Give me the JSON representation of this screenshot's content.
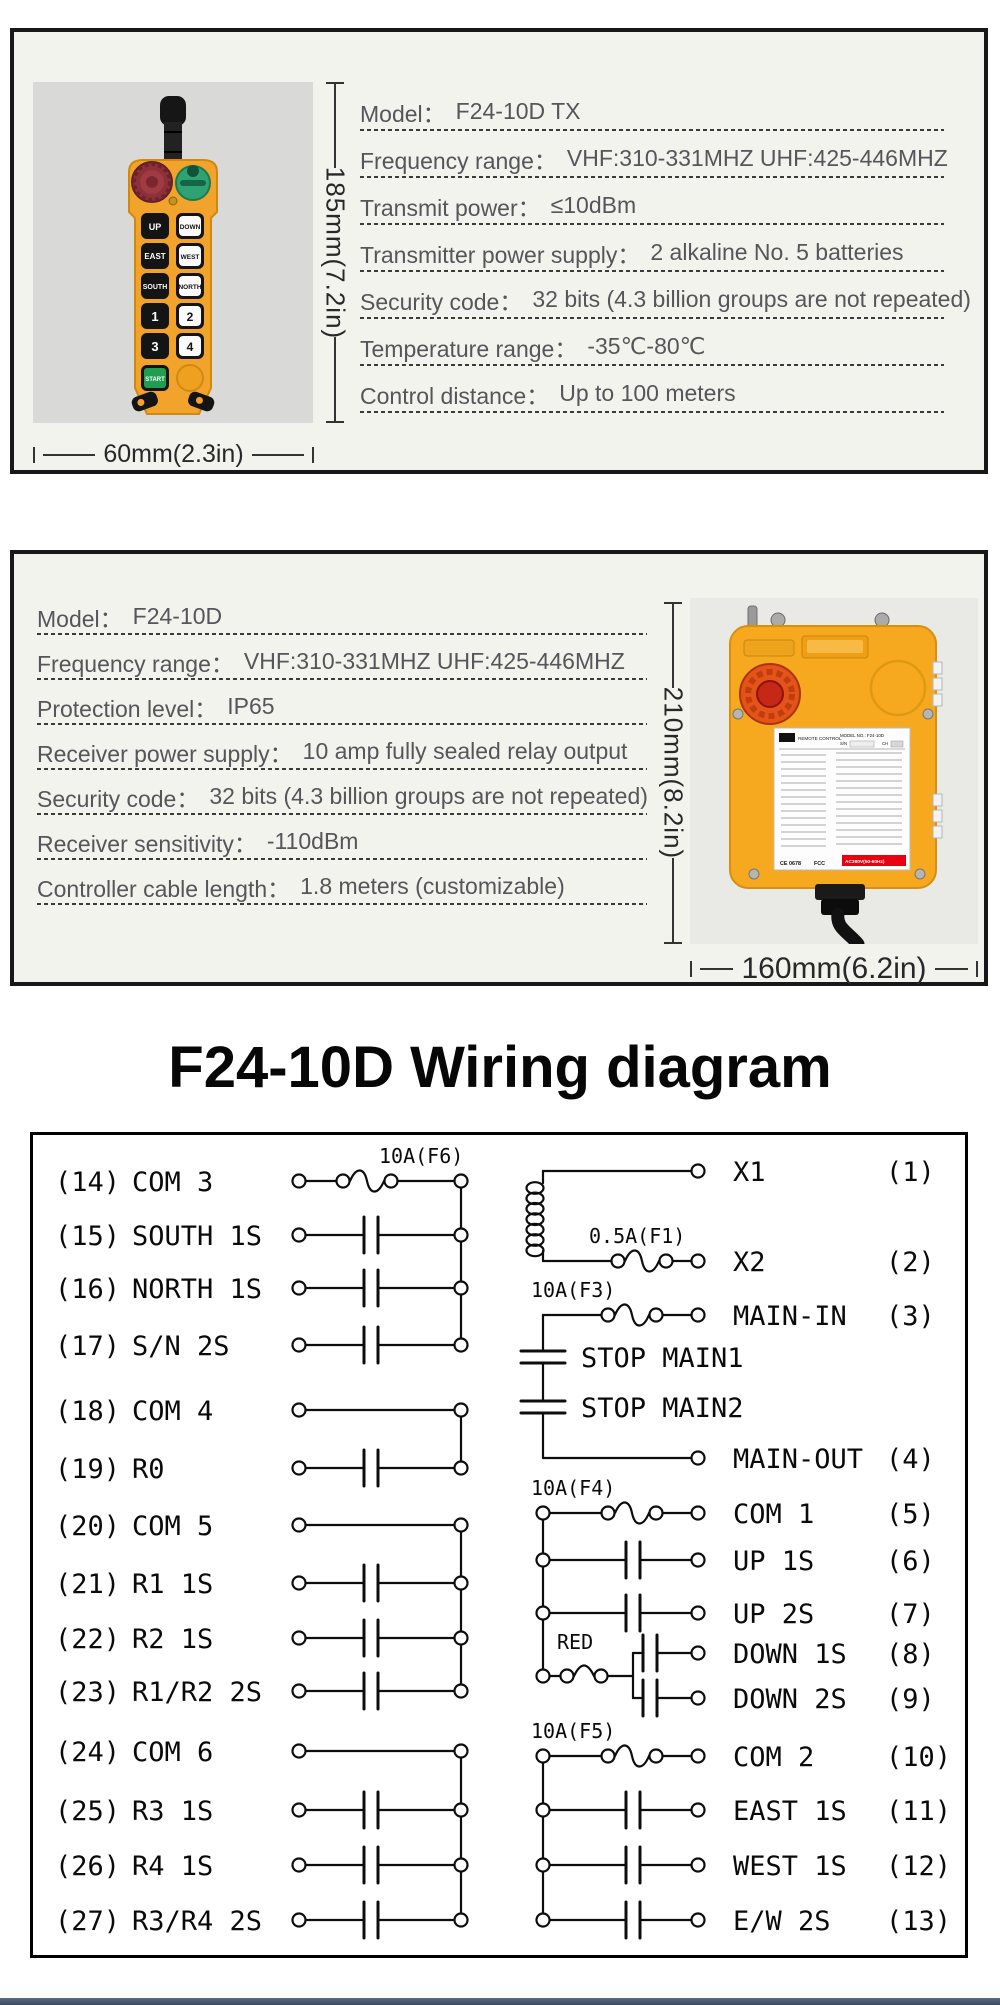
{
  "transmitter": {
    "height_dim": "185mm(7.2in)",
    "width_dim": "60mm(2.3in)",
    "photo_buttons": {
      "up": "UP",
      "down": "DOWN",
      "east": "EAST",
      "west": "WEST",
      "south": "SOUTH",
      "north": "NORTH",
      "b1": "1",
      "b2": "2",
      "b3": "3",
      "b4": "4",
      "start": "START"
    },
    "specs": [
      {
        "label": "Model：",
        "value": "F24-10D TX"
      },
      {
        "label": "Frequency range：",
        "value": "VHF:310-331MHZ UHF:425-446MHZ"
      },
      {
        "label": "Transmit power：",
        "value": "≤10dBm"
      },
      {
        "label": "Transmitter power supply：",
        "value": "2 alkaline No. 5 batteries"
      },
      {
        "label": "Security code：",
        "value": "32 bits (4.3 billion groups are not repeated)"
      },
      {
        "label": "Temperature range：",
        "value": "-35℃-80℃"
      },
      {
        "label": "Control distance：",
        "value": "Up to 100 meters"
      }
    ]
  },
  "receiver": {
    "height_dim": "210mm(8.2in)",
    "width_dim": "160mm(6.2in)",
    "label": {
      "brand": "REMOTE CONTROL",
      "model": "MODEL NO.: F24-10D",
      "sn": "S/N",
      "ch": "CH",
      "ce": "CE 0678",
      "fcc": "FCC",
      "power": "AC380V(50-60Hz)"
    },
    "specs": [
      {
        "label": "Model：",
        "value": "F24-10D"
      },
      {
        "label": "Frequency range：",
        "value": "VHF:310-331MHZ UHF:425-446MHZ"
      },
      {
        "label": "Protection level：",
        "value": "IP65"
      },
      {
        "label": "Receiver power supply：",
        "value": "10 amp fully sealed relay output"
      },
      {
        "label": "Security code：",
        "value": "32 bits (4.3 billion groups are not repeated)"
      },
      {
        "label": "Receiver sensitivity：",
        "value": "-110dBm"
      },
      {
        "label": "Controller cable length：",
        "value": "1.8 meters (customizable)"
      }
    ]
  },
  "wiring": {
    "title": "F24-10D Wiring diagram",
    "fuses": {
      "f6": "10A(F6)",
      "f1": "0.5A(F1)",
      "f3": "10A(F3)",
      "f4": "10A(F4)",
      "f5": "10A(F5)"
    },
    "red_label": "RED",
    "stop_main1": "STOP MAIN1",
    "stop_main2": "STOP MAIN2",
    "left": [
      {
        "pin": "(14)",
        "label": "COM 3"
      },
      {
        "pin": "(15)",
        "label": "SOUTH 1S"
      },
      {
        "pin": "(16)",
        "label": "NORTH 1S"
      },
      {
        "pin": "(17)",
        "label": "S/N 2S"
      },
      {
        "pin": "(18)",
        "label": "COM 4"
      },
      {
        "pin": "(19)",
        "label": "R0"
      },
      {
        "pin": "(20)",
        "label": "COM 5"
      },
      {
        "pin": "(21)",
        "label": "R1 1S"
      },
      {
        "pin": "(22)",
        "label": "R2 1S"
      },
      {
        "pin": "(23)",
        "label": "R1/R2 2S"
      },
      {
        "pin": "(24)",
        "label": "COM 6"
      },
      {
        "pin": "(25)",
        "label": "R3 1S"
      },
      {
        "pin": "(26)",
        "label": "R4 1S"
      },
      {
        "pin": "(27)",
        "label": "R3/R4 2S"
      }
    ],
    "right": [
      {
        "label": "X1",
        "pin": "(1)"
      },
      {
        "label": "X2",
        "pin": "(2)"
      },
      {
        "label": "MAIN-IN",
        "pin": "(3)"
      },
      {
        "label": "MAIN-OUT",
        "pin": "(4)"
      },
      {
        "label": "COM 1",
        "pin": "(5)"
      },
      {
        "label": "UP 1S",
        "pin": "(6)"
      },
      {
        "label": "UP 2S",
        "pin": "(7)"
      },
      {
        "label": "DOWN 1S",
        "pin": "(8)"
      },
      {
        "label": "DOWN 2S",
        "pin": "(9)"
      },
      {
        "label": "COM 2",
        "pin": "(10)"
      },
      {
        "label": "EAST 1S",
        "pin": "(11)"
      },
      {
        "label": "WEST 1S",
        "pin": "(12)"
      },
      {
        "label": "E/W 2S",
        "pin": "(13)"
      }
    ]
  }
}
